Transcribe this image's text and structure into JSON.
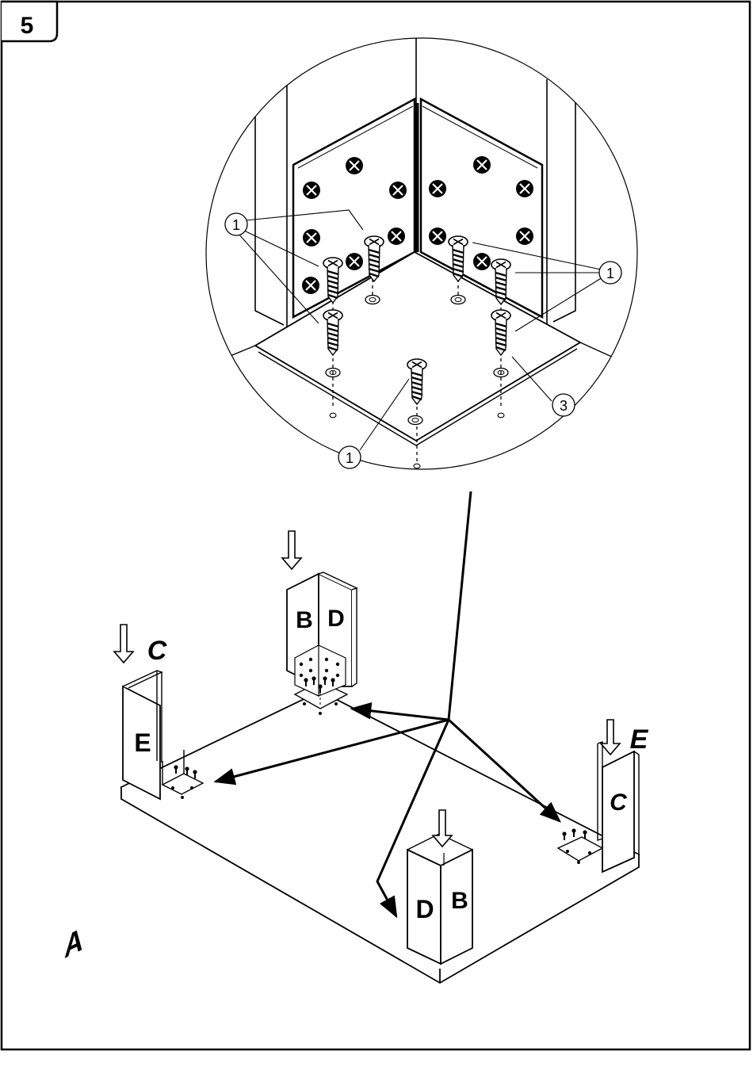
{
  "step": {
    "number": "5"
  },
  "detail": {
    "panel_label": "A",
    "callouts": [
      {
        "id": "callout-1-top-left",
        "text": "1"
      },
      {
        "id": "callout-1-right",
        "text": "1"
      },
      {
        "id": "callout-1-bottom",
        "text": "1"
      },
      {
        "id": "callout-3",
        "text": "3"
      }
    ]
  },
  "assembly": {
    "base_label": "A",
    "back_post": {
      "left_label": "B",
      "right_label": "D"
    },
    "front_post": {
      "left_label": "D",
      "right_label": "B"
    },
    "left_post": {
      "side_label": "E",
      "arrow_label": "C"
    },
    "right_post": {
      "side_label": "C",
      "arrow_label": "E"
    }
  },
  "colors": {
    "line": "#000000",
    "paper": "#ffffff"
  }
}
